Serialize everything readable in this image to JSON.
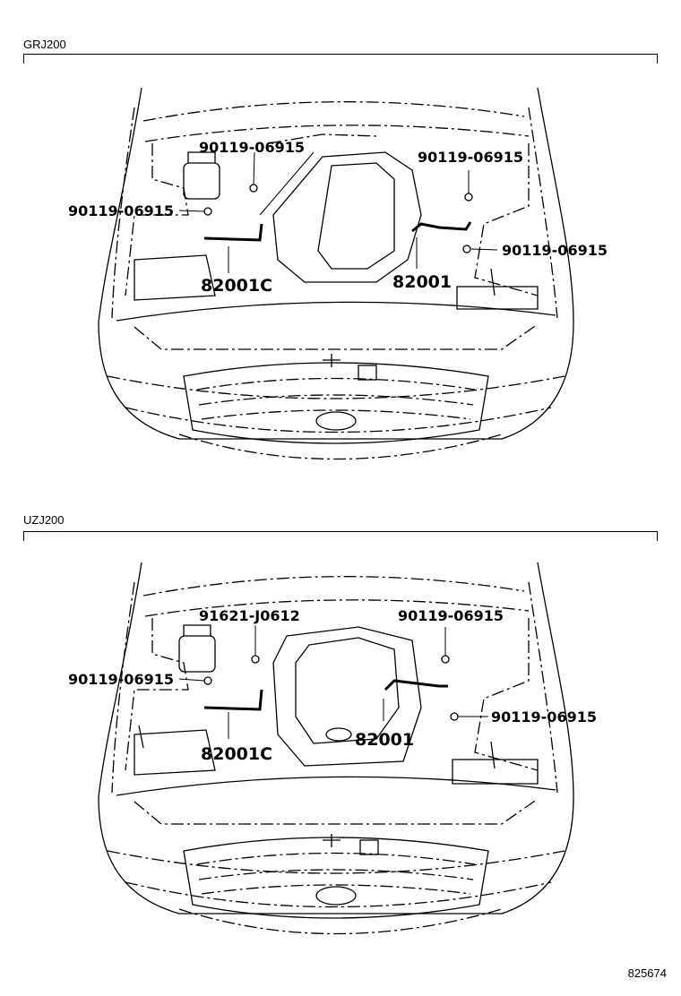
{
  "sections": [
    {
      "model": "GRJ200",
      "labels": {
        "top_left": "90119-06915",
        "top_right": "90119-06915",
        "left": "90119-06915",
        "right": "90119-06915",
        "sensor_left": "82001C",
        "sensor_right": "82001"
      }
    },
    {
      "model": "UZJ200",
      "labels": {
        "top_left": "91621-J0612",
        "top_right": "90119-06915",
        "left": "90119-06915",
        "right": "90119-06915",
        "sensor_left": "82001C",
        "sensor_right": "82001"
      }
    }
  ],
  "figure_number": "825674"
}
